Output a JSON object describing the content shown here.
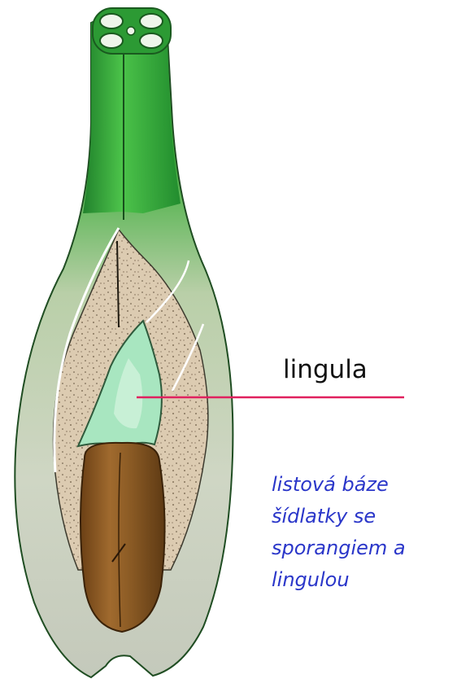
{
  "labels": {
    "lingula": "lingula"
  },
  "caption": {
    "lines": [
      "listová báze",
      "šídlatky se",
      "sporangiem a",
      "lingulou"
    ]
  },
  "colors": {
    "leaf_green": "#2f9a35",
    "leaf_pale": "#d8e4d0",
    "speckled_tissue": "#d9c9b0",
    "lingula": "#a8e6c0",
    "sporangium": "#8a5a24",
    "leader_line": "#e0215f",
    "caption_text": "#2a36c9"
  }
}
